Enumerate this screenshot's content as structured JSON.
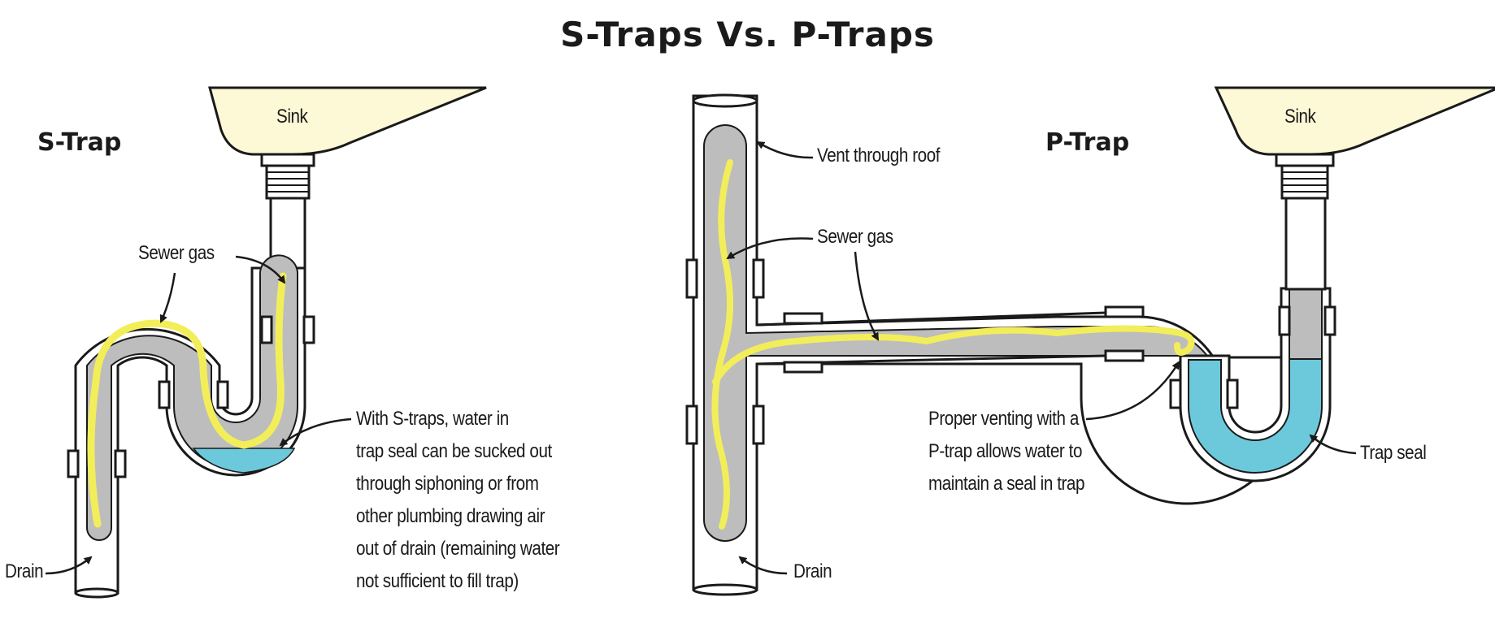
{
  "title": "S-Traps Vs. P-Traps",
  "s_trap": {
    "heading": "S-Trap",
    "sink_label": "Sink",
    "sewer_gas_label": "Sewer gas",
    "drain_label": "Drain",
    "note_lines": [
      "With S-traps, water in",
      "trap seal can be sucked out",
      "through siphoning or from",
      "other plumbing drawing air",
      "out of drain (remaining water",
      "not sufficient to fill trap)"
    ]
  },
  "p_trap": {
    "heading": "P-Trap",
    "sink_label": "Sink",
    "vent_label": "Vent through roof",
    "sewer_gas_label": "Sewer gas",
    "drain_label": "Drain",
    "trap_seal_label": "Trap seal",
    "note_lines": [
      "Proper venting with a",
      "P-trap allows water to",
      "maintain a seal in trap"
    ]
  },
  "colors": {
    "pipe_fill": "#bdbdbd",
    "pipe_outline": "#1a1a1a",
    "water": "#6cc9dc",
    "sewer_gas": "#f2ee5a",
    "sink": "#fdf8d6"
  }
}
